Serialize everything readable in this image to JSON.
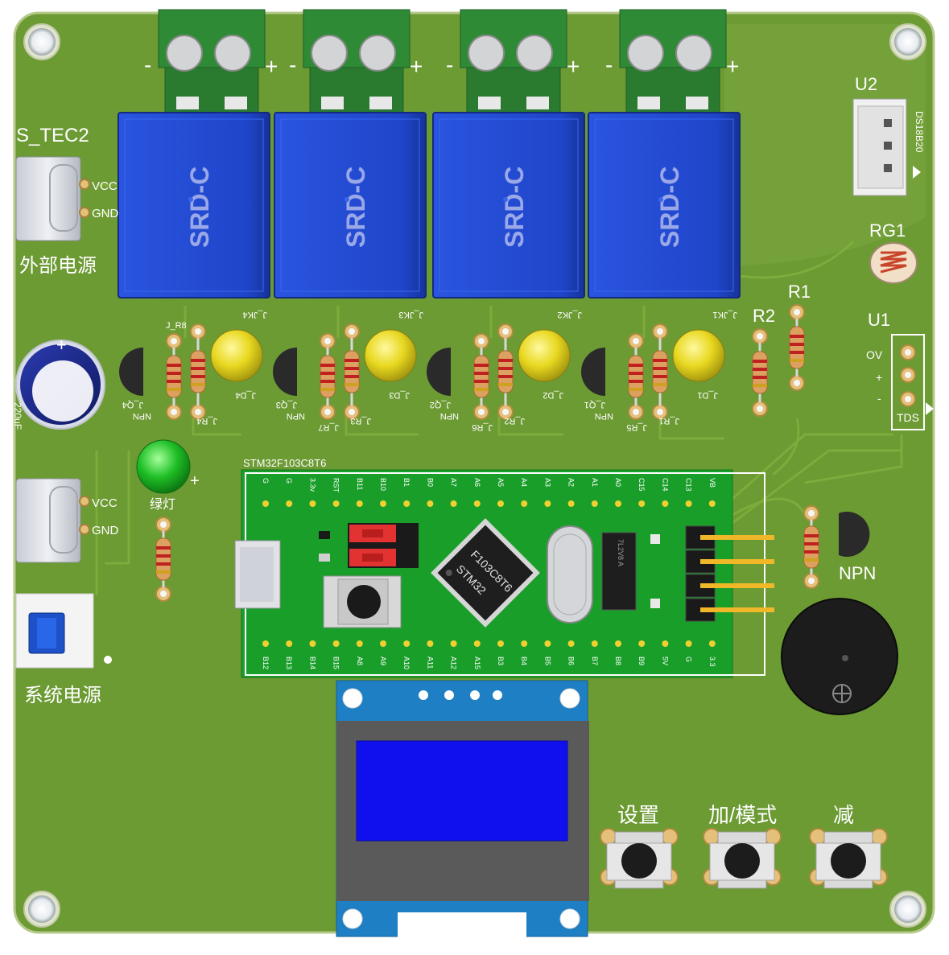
{
  "board": {
    "colors": {
      "pcb": "#6c9a33",
      "pcb_edge": "#b5c98a",
      "relay": "#1f45c9",
      "terminal": "#2f8a36",
      "mcu_board": "#1a9e2a",
      "oled_frame": "#1e7fc4",
      "oled_screen": "#1010ee",
      "led_yellow": "#e8d820",
      "led_green": "#1fbf26"
    }
  },
  "terminals": {
    "minus": "-",
    "plus": "+"
  },
  "relays": [
    {
      "label": "SRD-C",
      "silk": "J_JK4"
    },
    {
      "label": "SRD-C",
      "silk": "J_JK3"
    },
    {
      "label": "SRD-C",
      "silk": "J_JK2"
    },
    {
      "label": "SRD-C",
      "silk": "J_JK1"
    }
  ],
  "channels": [
    {
      "npn": "NPN",
      "q": "J_Q4",
      "led": "J_D4",
      "res_a": "J_R8",
      "res_b": "J_R4"
    },
    {
      "npn": "NPN",
      "q": "J_Q3",
      "led": "J_D3",
      "res_a": "J_R7",
      "res_b": "J_R3"
    },
    {
      "npn": "NPN",
      "q": "J_Q2",
      "led": "J_D2",
      "res_a": "J_R6",
      "res_b": "J_R2"
    },
    {
      "npn": "NPN",
      "q": "J_Q1",
      "led": "J_D1",
      "res_a": "J_R5",
      "res_b": "J_R1"
    }
  ],
  "tec_port": {
    "name": "S_TEC2",
    "vcc": "VCC",
    "gnd": "GND",
    "caption": "外部电源"
  },
  "sys_port": {
    "vcc": "VCC",
    "gnd": "GND",
    "caption": "系统电源"
  },
  "capacitor": {
    "polarity": "+",
    "value": "220uF"
  },
  "green_led": {
    "label": "绿灯",
    "polarity": "+"
  },
  "sensors": {
    "u2": "U2",
    "u2_part": "DS18B20",
    "rg1": "RG1",
    "r1": "R1",
    "r2": "R2",
    "u1": "U1",
    "u1_pins": [
      "OV",
      "+",
      "-"
    ],
    "u1_name": "TDS"
  },
  "mcu": {
    "title": "STM32F103C8T6",
    "top_pins": [
      "G",
      "G",
      "3.3v",
      "RST",
      "B11",
      "B10",
      "B1",
      "B0",
      "A7",
      "A6",
      "A5",
      "A4",
      "A3",
      "A2",
      "A1",
      "A0",
      "C15",
      "C14",
      "C13",
      "VB"
    ],
    "bottom_pins": [
      "B12",
      "B13",
      "B14",
      "B15",
      "A8",
      "A9",
      "A10",
      "A11",
      "A12",
      "A15",
      "B3",
      "B4",
      "B5",
      "B6",
      "B7",
      "B8",
      "B9",
      "5V",
      "G",
      "3.3"
    ],
    "chip_brand": "STM32",
    "chip_part": "F103C8T6",
    "reg_mark": "7L2V8 A"
  },
  "npn_right": "NPN",
  "buttons": [
    {
      "label": "设置"
    },
    {
      "label": "加/模式"
    },
    {
      "label": "减"
    }
  ]
}
